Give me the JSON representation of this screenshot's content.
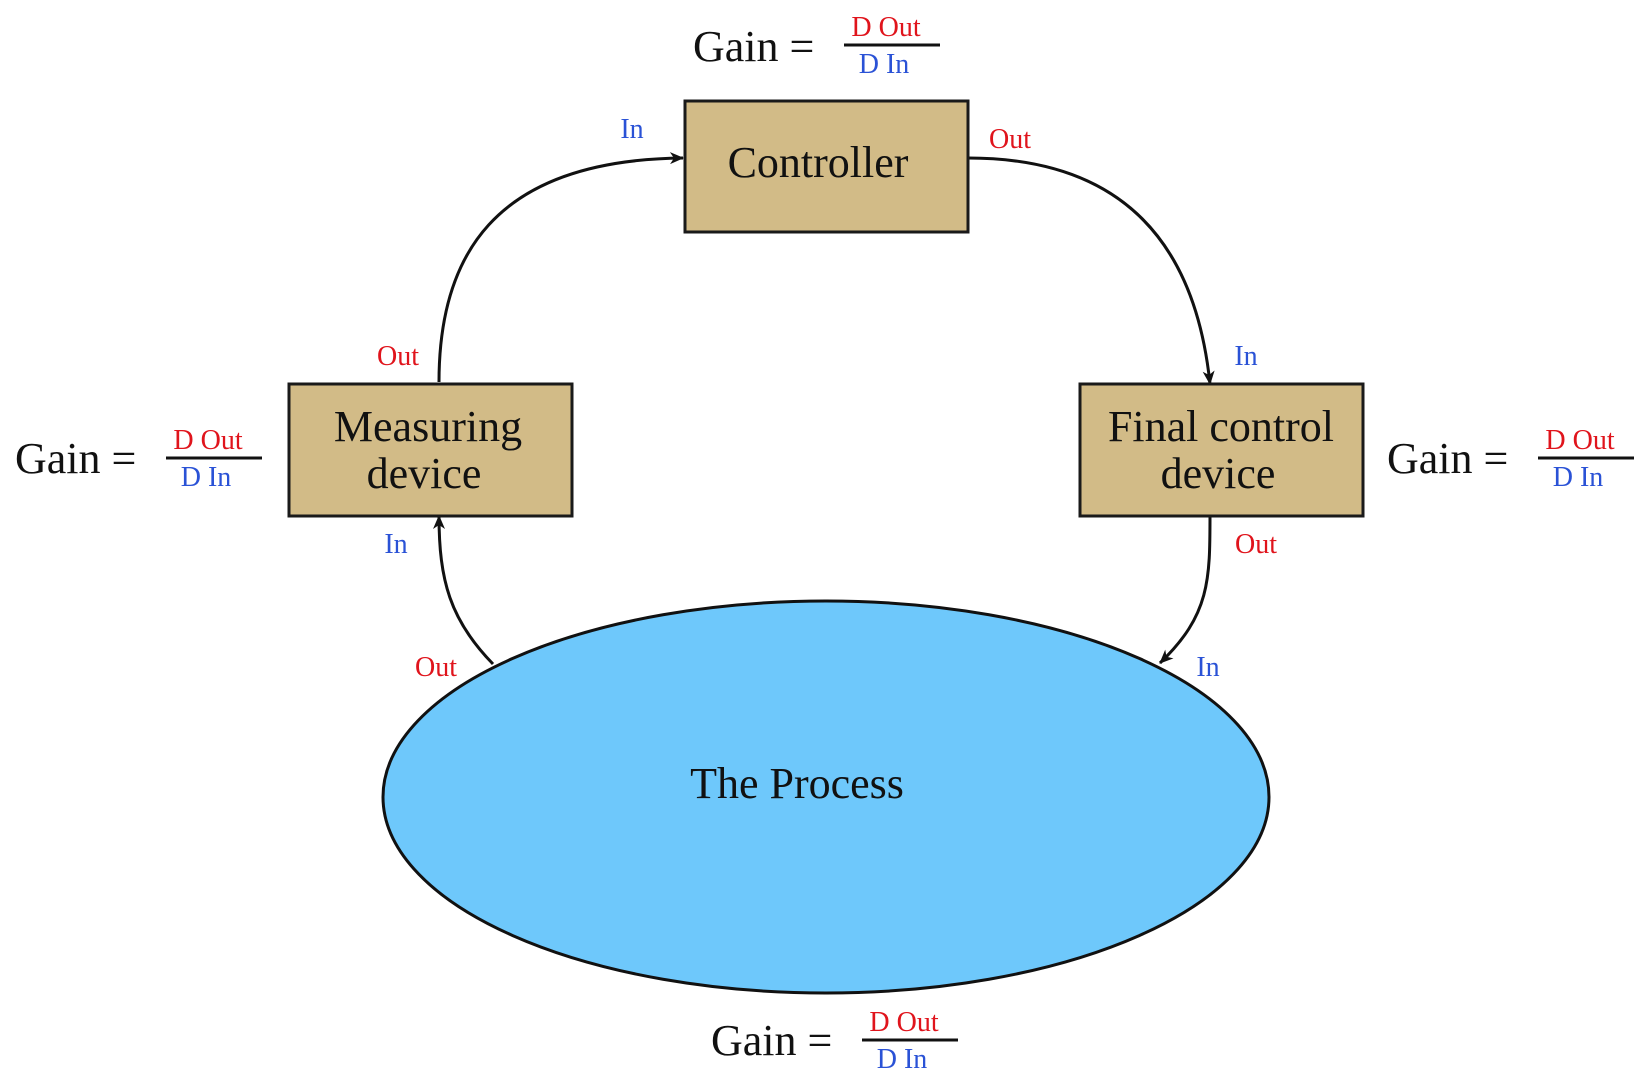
{
  "colors": {
    "block_fill": "#d2bb87",
    "block_stroke": "#1a1a1a",
    "process_fill": "#6ec8fb",
    "out_color": "#e0141c",
    "in_color": "#2a52d6",
    "line_color": "#111111"
  },
  "blocks": {
    "controller": {
      "lines": [
        "Controller"
      ]
    },
    "measuring": {
      "lines": [
        "Measuring",
        "device"
      ]
    },
    "final": {
      "lines": [
        "Final control",
        "device"
      ]
    }
  },
  "process": {
    "label": "The Process"
  },
  "ports": {
    "out": "Out",
    "in": "In"
  },
  "gain": {
    "word": "Gain =",
    "numerator": "D Out",
    "denominator": "D In"
  }
}
